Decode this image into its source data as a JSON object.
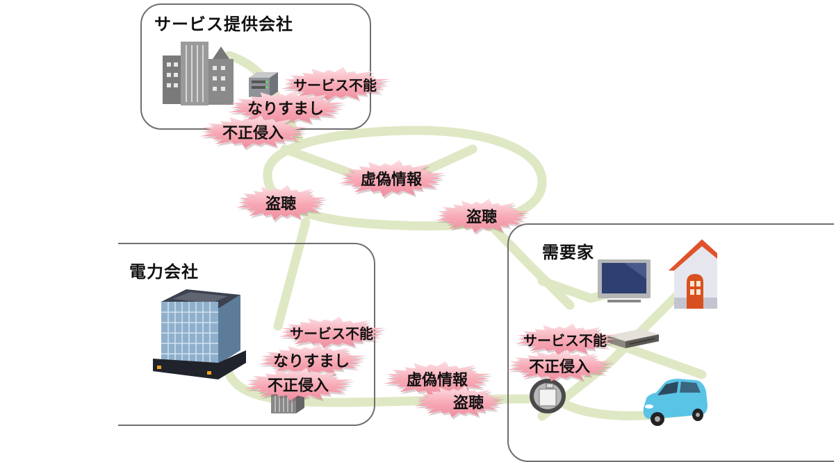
{
  "zones": {
    "service_provider": {
      "title": "サービス提供会社"
    },
    "power_company": {
      "title": "電力会社"
    },
    "consumer": {
      "title": "需要家"
    }
  },
  "threats": {
    "service_provider": [
      "サービス不能",
      "なりすまし",
      "不正侵入"
    ],
    "network_top": [
      "虚偽情報",
      "盗聴",
      "盗聴"
    ],
    "power_company": [
      "サービス不能",
      "なりすまし",
      "不正侵入"
    ],
    "network_bottom": [
      "虚偽情報",
      "盗聴"
    ],
    "consumer": [
      "サービス不能",
      "不正侵入"
    ]
  },
  "icons": {
    "service_provider": [
      "office-buildings-icon",
      "server-icon"
    ],
    "power_company": [
      "office-tower-icon",
      "server-icon"
    ],
    "consumer": [
      "tv-icon",
      "house-icon",
      "set-top-box-icon",
      "smart-meter-icon",
      "electric-car-icon"
    ]
  },
  "colors": {
    "network_line": "#dfe8c4",
    "burst_fill": "#f7a8b4",
    "burst_light": "#fde0e5",
    "border": "#6e6e6e"
  }
}
